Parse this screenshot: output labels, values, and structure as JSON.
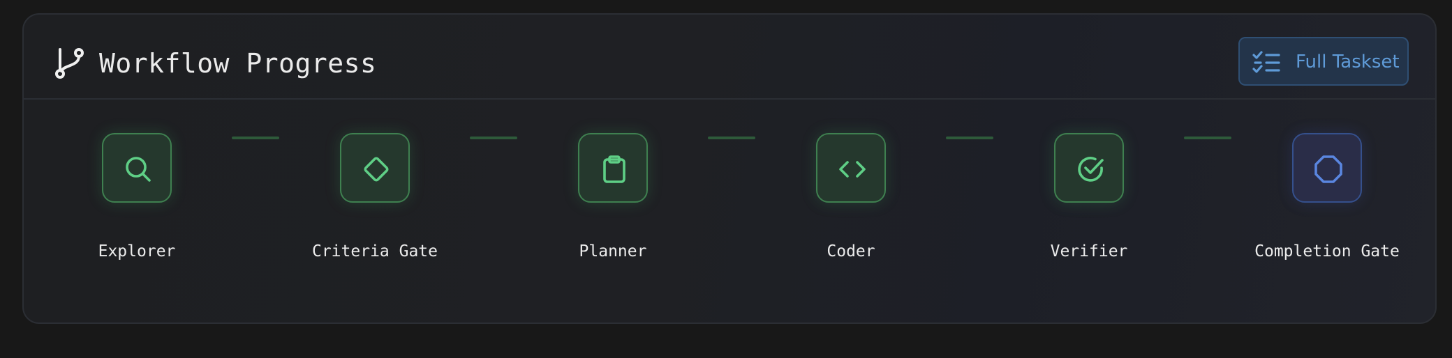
{
  "header": {
    "title": "Workflow Progress",
    "icon": "git-branch-icon",
    "taskset_button": {
      "label": "Full Taskset",
      "icon": "list-checks-icon"
    }
  },
  "colors": {
    "done_accent": "#5fcf86",
    "pending_accent": "#5a86e0",
    "button_text": "#5f9bd8",
    "connector": "#2e5a3a"
  },
  "steps": [
    {
      "label": "Explorer",
      "icon": "search-icon",
      "status": "done"
    },
    {
      "label": "Criteria Gate",
      "icon": "diamond-icon",
      "status": "done"
    },
    {
      "label": "Planner",
      "icon": "clipboard-icon",
      "status": "done"
    },
    {
      "label": "Coder",
      "icon": "code-icon",
      "status": "done"
    },
    {
      "label": "Verifier",
      "icon": "check-circle-icon",
      "status": "done"
    },
    {
      "label": "Completion Gate",
      "icon": "octagon-icon",
      "status": "pending"
    }
  ]
}
